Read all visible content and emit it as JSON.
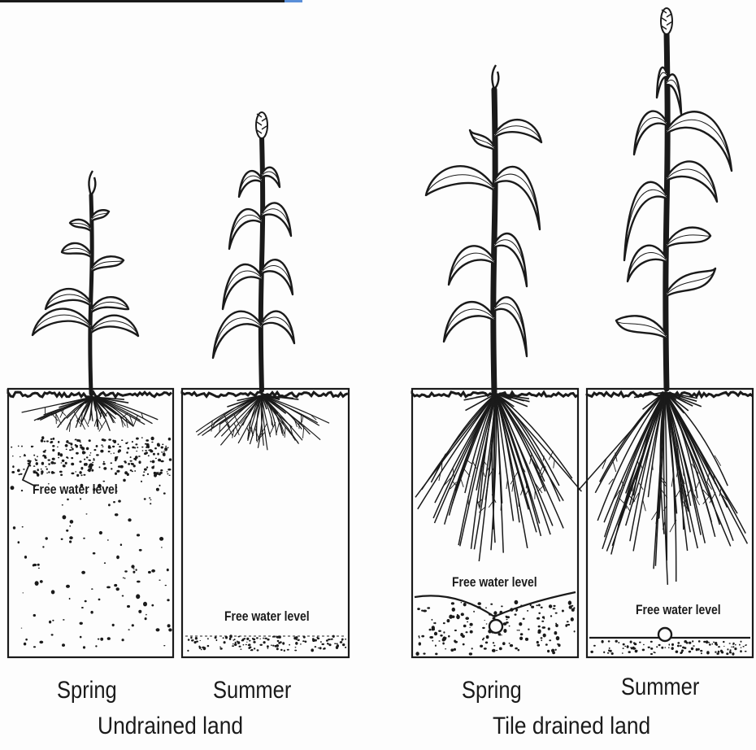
{
  "panels": [
    {
      "season": "Spring",
      "free_water_label": "Free water level"
    },
    {
      "season": "Summer",
      "free_water_label": "Free water level"
    },
    {
      "season": "Spring",
      "free_water_label": "Free water level"
    },
    {
      "season": "Summer",
      "free_water_label": "Free water level"
    }
  ],
  "groups": {
    "undrained": "Undrained land",
    "drained": "Tile drained land"
  },
  "colors": {
    "ink": "#1a1a1a",
    "paper": "#fdfdfd"
  }
}
